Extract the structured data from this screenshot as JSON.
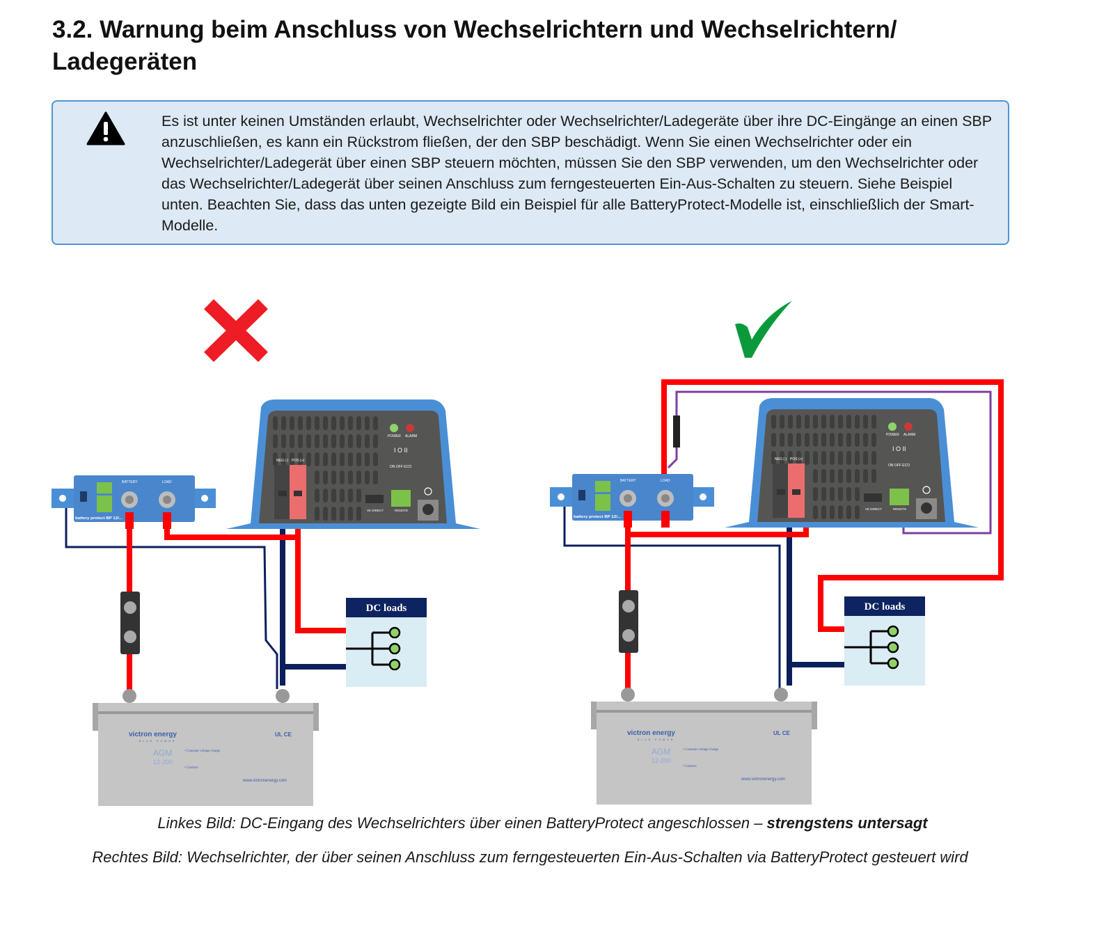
{
  "heading": "3.2. Warnung beim Anschluss von Wechselrichtern und Wechselrichtern/ Ladegeräten",
  "warning": {
    "icon": "warning-triangle-icon",
    "text": "Es ist unter keinen Umständen erlaubt, Wechselrichter oder Wechselrichter/Ladegeräte über ihre DC-Eingänge an einen SBP anzuschließen, es kann ein Rückstrom fließen, der den SBP beschädigt. Wenn Sie einen Wechselrichter oder ein Wechselrichter/Ladegerät über einen SBP steuern möchten, müssen Sie den SBP verwenden, um den Wechselrichter oder das Wechselrichter/Ladegerät über seinen Anschluss zum ferngesteuerten Ein-Aus-Schalten zu steuern. Siehe Beispiel unten. Beachten Sie, dass das unten gezeigte Bild ein Beispiel für alle BatteryProtect-Modelle ist, einschließlich der Smart-Modelle."
  },
  "diagram": {
    "left_mark": "cross-icon",
    "right_mark": "checkmark-icon",
    "colors": {
      "wrong": "#ee1c24",
      "right": "#0a9a3c",
      "positive": "#ff0000",
      "negative": "#0b1f5c",
      "remote": "#7b3fa0",
      "device": "#4a8fd6"
    },
    "dc_loads": "DC loads",
    "inverter": {
      "power": "POWER",
      "alarm": "ALARM",
      "neg": "NEG (-)",
      "pos": "POS (+)",
      "switch": "I O II",
      "modes": "ON   OFF   ECO",
      "ve_direct": "VE DIRECT",
      "remote": "REMOTE"
    },
    "battery_protect": {
      "battery": "BATTERY",
      "load": "LOAD",
      "label": "battery protect  BP 12/..."
    },
    "battery": {
      "brand": "victron energy",
      "tagline": "BLUE POWER",
      "type": "AGM",
      "model": "12-200",
      "charge_title": "• Constant voltage charge",
      "caution": "• Caution:",
      "url": "www.victronenergy.com",
      "certs": "UL CE"
    }
  },
  "captions": {
    "left_prefix": "Linkes Bild: DC-Eingang des Wechselrichters über einen BatteryProtect angeschlossen – ",
    "left_emphasis": "strengstens untersagt",
    "right": "Rechtes Bild: Wechselrichter, der über seinen Anschluss zum ferngesteuerten Ein-Aus-Schalten via BatteryProtect gesteuert wird"
  }
}
